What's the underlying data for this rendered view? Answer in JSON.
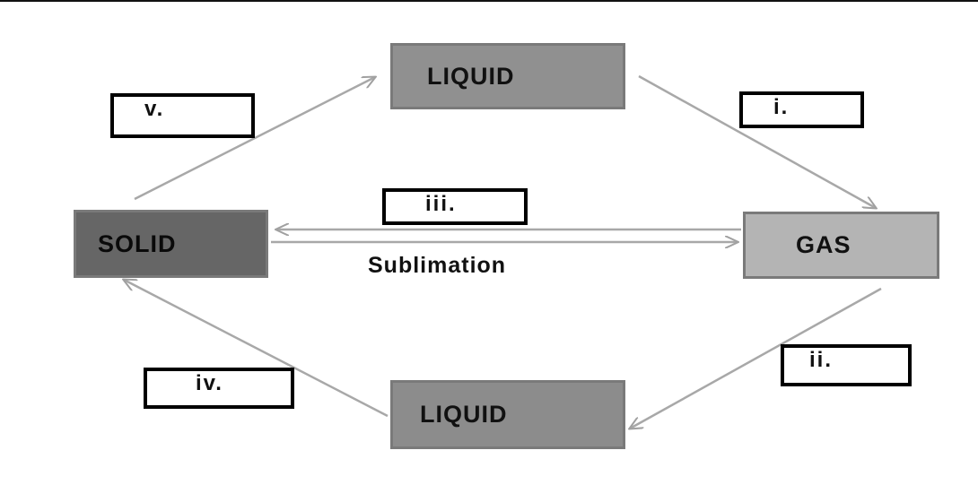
{
  "states": {
    "liquid_top": "LIQUID",
    "liquid_bottom": "LIQUID",
    "solid": "SOLID",
    "gas": "GAS"
  },
  "labels": {
    "i": "i.",
    "ii": "ii.",
    "iii": "iii.",
    "iv": "iv.",
    "v": "v."
  },
  "sublimation": "Sublimation",
  "colors": {
    "liquid": "#909090",
    "solid": "#666666",
    "gas": "#b4b4b4",
    "arrow": "#a8a8a8",
    "box_border": "#000000"
  }
}
